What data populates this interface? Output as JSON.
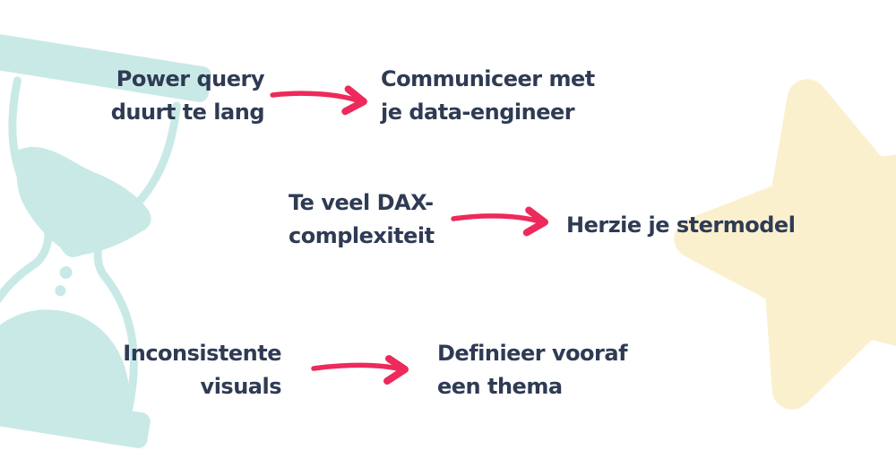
{
  "rows": [
    {
      "problem": [
        "Power query",
        "duurt te lang"
      ],
      "solution": [
        "Communiceer met",
        "je data-engineer"
      ]
    },
    {
      "problem": [
        "Te veel DAX-",
        "complexiteit"
      ],
      "solution": [
        "Herzie je stermodel"
      ]
    },
    {
      "problem": [
        "Inconsistente",
        "visuals"
      ],
      "solution": [
        "Definieer vooraf",
        "een thema"
      ]
    }
  ],
  "illustrations": {
    "left": "hourglass",
    "right": "star"
  },
  "colors": {
    "background": "#ffffff",
    "text": "#2f3b54",
    "arrow": "#ed2a5b",
    "hourglass": "#c9e9e7",
    "star": "#fbf0ce"
  }
}
